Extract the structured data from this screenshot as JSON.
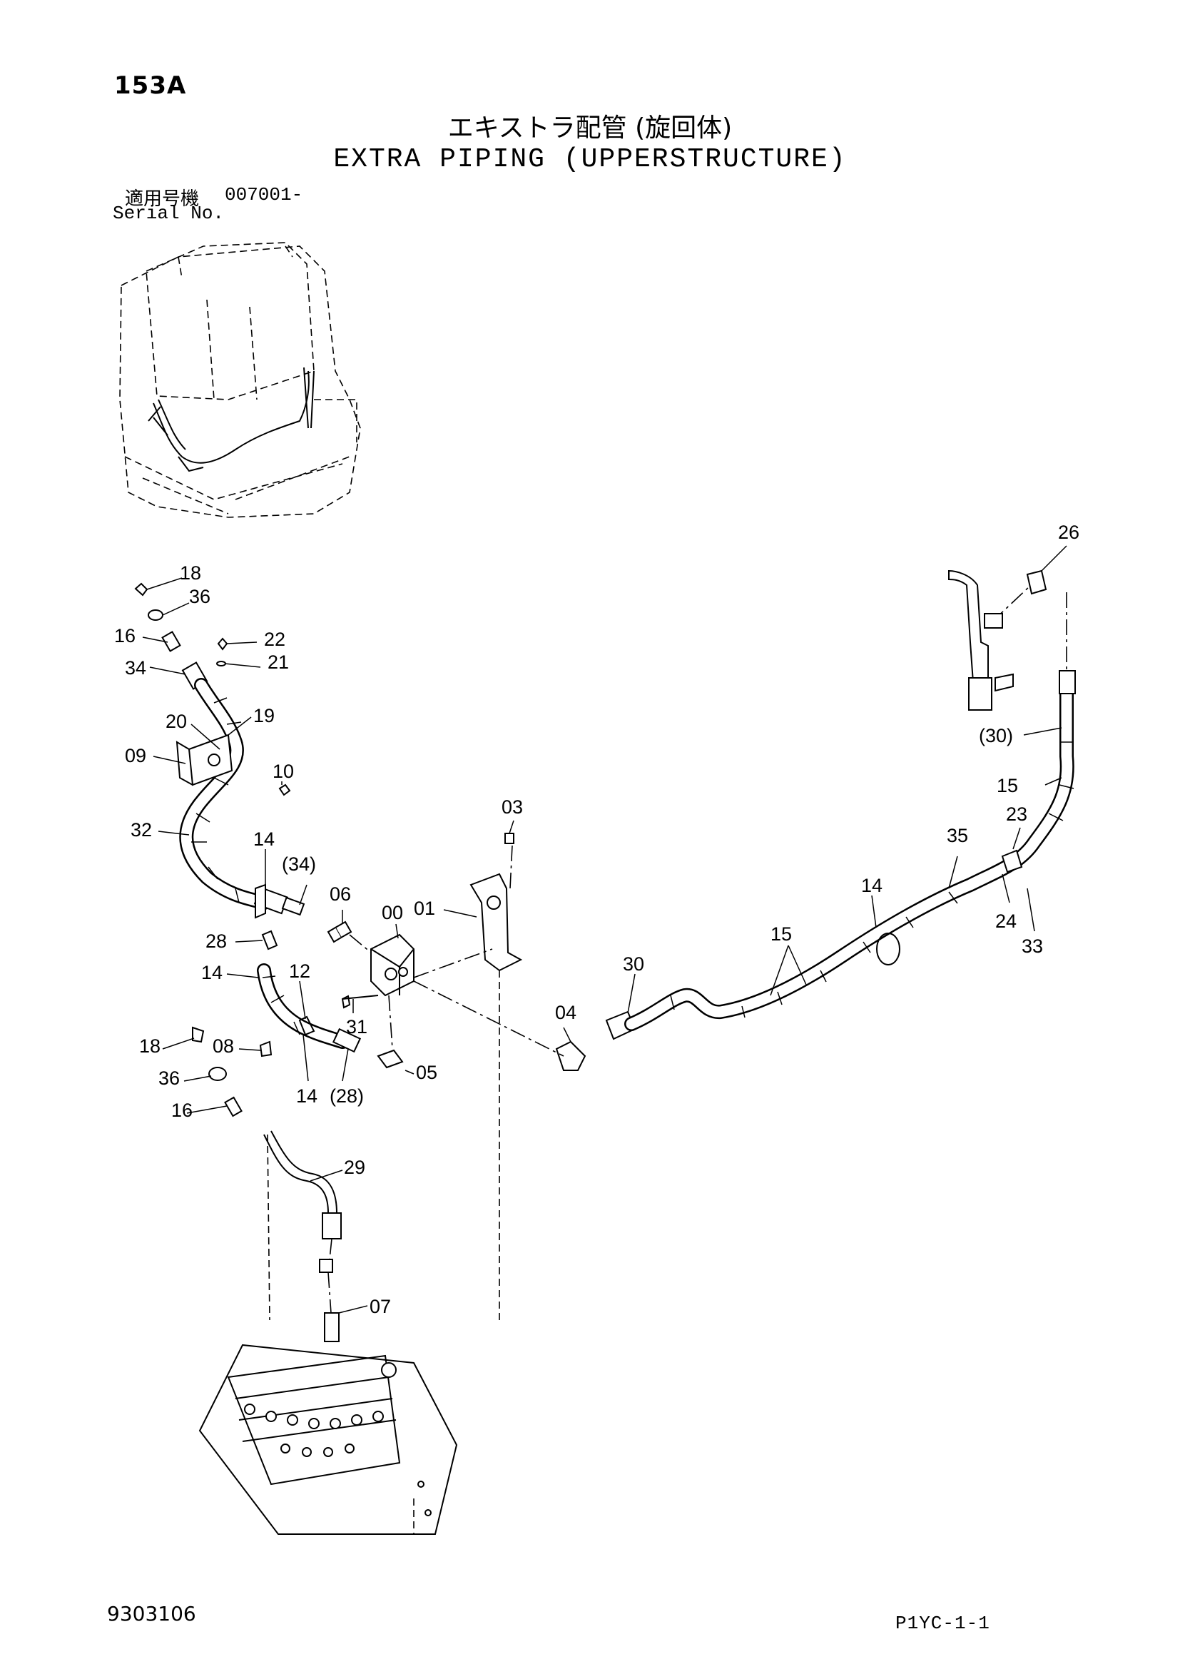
{
  "header": {
    "page_number": "153A",
    "title_jp": "エキストラ配管 (旋回体)",
    "title_en": "EXTRA PIPING (UPPERSTRUCTURE)",
    "serial_label_jp": "適用号機",
    "serial_value": "007001-",
    "serial_label_en": "Serial No."
  },
  "footer": {
    "drawing_number": "9303106",
    "sheet_reference": "P1YC-1-1"
  },
  "callouts": [
    "18",
    "36",
    "16",
    "22",
    "21",
    "34",
    "20",
    "19",
    "09",
    "10",
    "32",
    "14",
    "(34)",
    "06",
    "00",
    "01",
    "03",
    "28",
    "14",
    "12",
    "31",
    "18",
    "08",
    "36",
    "16",
    "14",
    "(28)",
    "05",
    "04",
    "30",
    "15",
    "14",
    "35",
    "23",
    "15",
    "(30)",
    "26",
    "24",
    "33",
    "29",
    "07"
  ]
}
